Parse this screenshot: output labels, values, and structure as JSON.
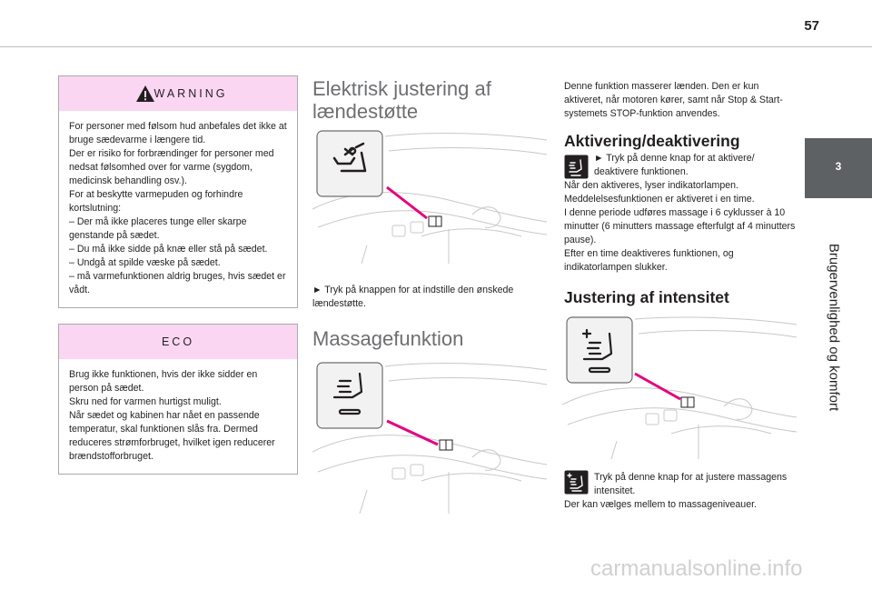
{
  "page": {
    "number": "57"
  },
  "chapter": {
    "number": "3",
    "title": "Brugervenlighed og komfort"
  },
  "warning": {
    "title": "WARNING",
    "lines": [
      "For personer med følsom hud anbefales det ikke at bruge sædevarme i længere tid.",
      "Der er risiko for forbrændinger for personer med nedsat følsomhed over for varme (sygdom, medicinsk behandling osv.).",
      "For at beskytte varmepuden og forhindre kortslutning:",
      "– Der må ikke placeres tunge eller skarpe genstande på sædet.",
      "– Du må ikke sidde på knæ eller stå på sædet.",
      "– Undgå at spilde væske på sædet.",
      "– må varmefunktionen aldrig bruges, hvis sædet er vådt."
    ]
  },
  "eco": {
    "title": "ECO",
    "lines": [
      "Brug ikke funktionen, hvis der ikke sidder en person på sædet.",
      "Skru ned for varmen hurtigst muligt.",
      "Når sædet og kabinen har nået en passende temperatur, skal funktionen slås fra. Dermed reduceres strømforbruget, hvilket igen reducerer brændstofforbruget."
    ]
  },
  "lumbar": {
    "heading": "Elektrisk justering af lændestøtte",
    "instruction": "► Tryk på knappen for at indstille den ønskede lændestøtte."
  },
  "massage": {
    "heading": "Massagefunktion",
    "intro": "Denne funktion masserer lænden. Den er kun aktiveret, når motoren kører, samt når Stop & Start-systemets STOP-funktion anvendes.",
    "activation": {
      "heading": "Aktivering/deaktivering",
      "first_line": "► Tryk på denne knap for at aktivere/ deaktivere funktionen.",
      "lines": [
        "Når den aktiveres, lyser indikatorlampen.",
        "Meddelelsesfunktionen er aktiveret i en time.",
        "I denne periode udføres massage i 6 cyklusser à 10 minutter (6 minutters massage efterfulgt af 4 minutters pause).",
        "Efter en time deaktiveres funktionen, og indikatorlampen slukker."
      ]
    },
    "intensity": {
      "heading": "Justering af intensitet",
      "first_line": "Tryk på denne knap for at justere massagens intensitet.",
      "second_line": "Der kan vælges mellem to massageniveauer."
    }
  },
  "watermark": "carmanualsonline.info",
  "colors": {
    "box_header": "#fbd6f3",
    "accent": "#e5007e",
    "chapter_tab": "#5e6164",
    "heading_grey": "#6d6e71"
  }
}
